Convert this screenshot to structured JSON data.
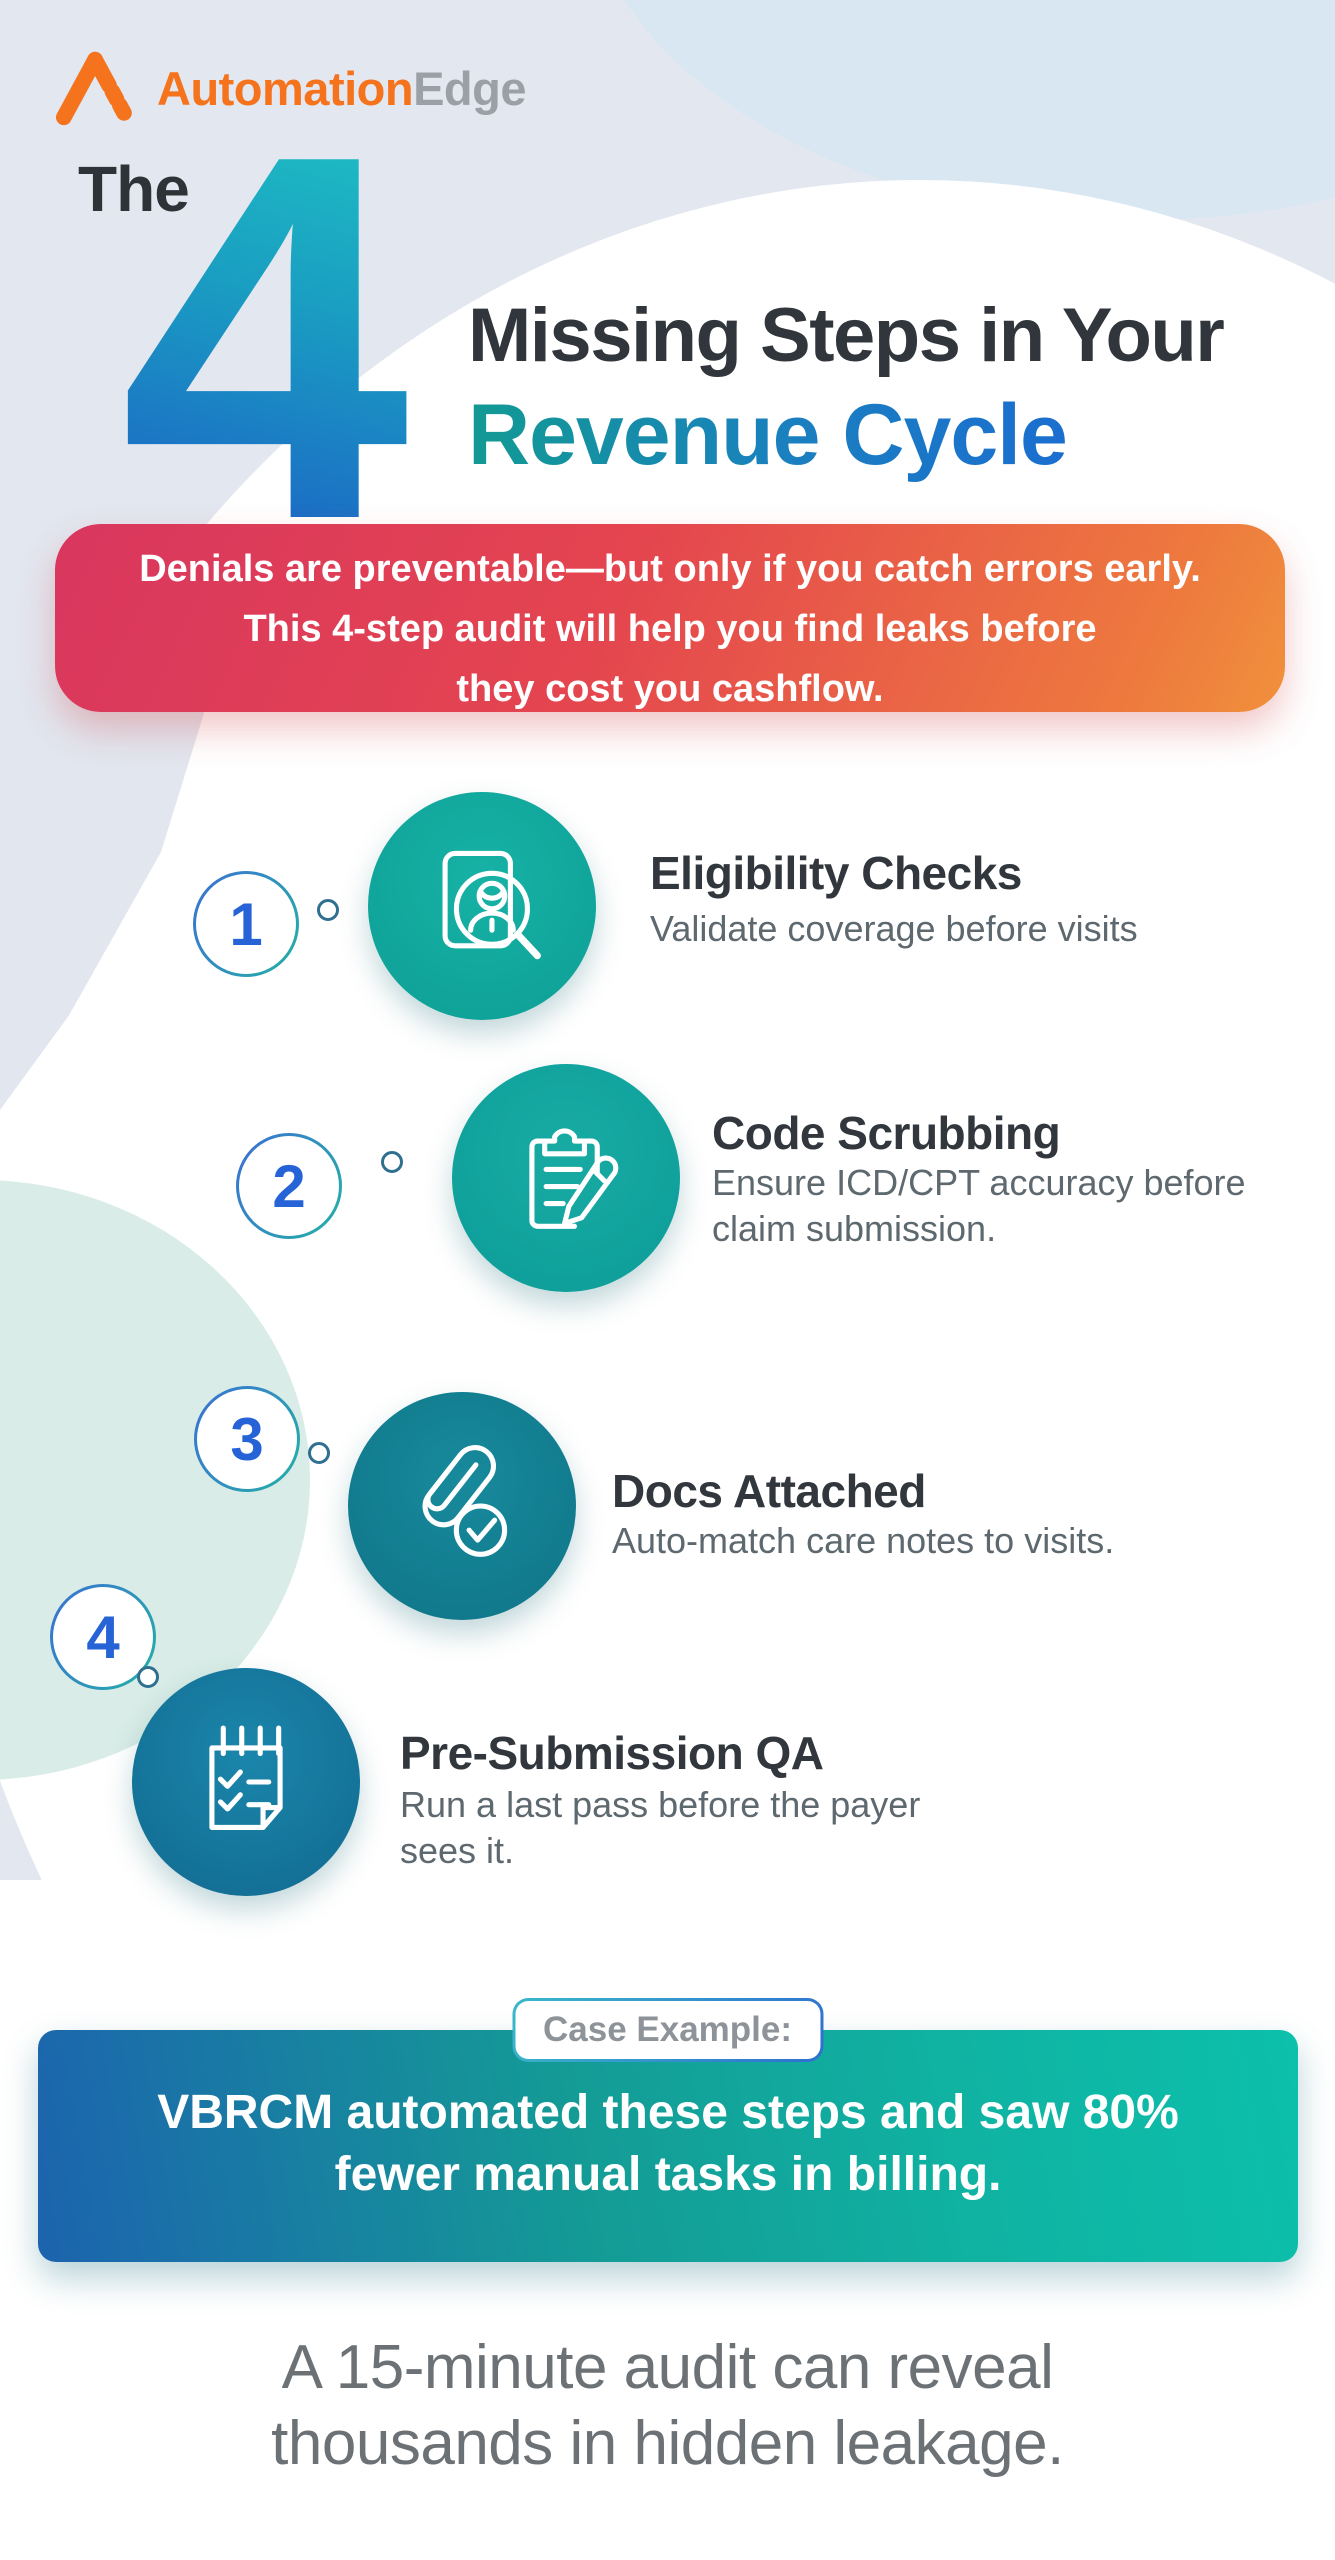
{
  "logo": {
    "brand_primary": "Automation",
    "brand_secondary": "Edge"
  },
  "header": {
    "prefix": "The",
    "big_number": "4",
    "title_line1": "Missing Steps in Your",
    "title_line2": "Revenue Cycle"
  },
  "intro": {
    "lines": [
      "Denials are preventable—but only if you catch errors early.",
      "This 4-step audit will help you find leaks before",
      "they cost you cashflow."
    ]
  },
  "steps": [
    {
      "number": "1",
      "title": "Eligibility Checks",
      "icon": "id-card-search-icon",
      "lines": [
        "Validate coverage before visits"
      ]
    },
    {
      "number": "2",
      "title": "Code Scrubbing",
      "icon": "clipboard-pencil-icon",
      "lines": [
        "Ensure ICD/CPT accuracy before",
        "claim submission."
      ]
    },
    {
      "number": "3",
      "title": "Docs Attached",
      "icon": "paperclip-check-icon",
      "lines": [
        "Auto-match care notes to visits."
      ]
    },
    {
      "number": "4",
      "title": "Pre-Submission QA",
      "icon": "checklist-notepad-icon",
      "lines": [
        "Run a last pass before the payer",
        "sees it."
      ]
    }
  ],
  "case_example": {
    "badge": "Case Example:",
    "lines": [
      "VBRCM automated these steps and saw 80%",
      "fewer manual tasks in billing."
    ]
  },
  "footer": {
    "lines": [
      "A 15-minute audit can reveal",
      "thousands in hidden leakage."
    ]
  },
  "colors": {
    "background": "#e3e7f0",
    "blob_mint": "#d9ece7",
    "band_blue": "#d9e7f2",
    "brand_orange": "#f4731c",
    "brand_gray": "#9aa0a6",
    "heading_dark": "#31363c",
    "number_blue": "#2563d6",
    "teal_primary": "#0fa89b",
    "teal_dark": "#13808f",
    "step4_blue": "#1578a2",
    "intro_gradient": [
      "#d9365f",
      "#e4454f",
      "#f0913c"
    ],
    "case_gradient": [
      "#1c63ae",
      "#149a96",
      "#0cc0ab"
    ],
    "text_gray": "#5e686f",
    "footer_gray": "#6c7176"
  }
}
